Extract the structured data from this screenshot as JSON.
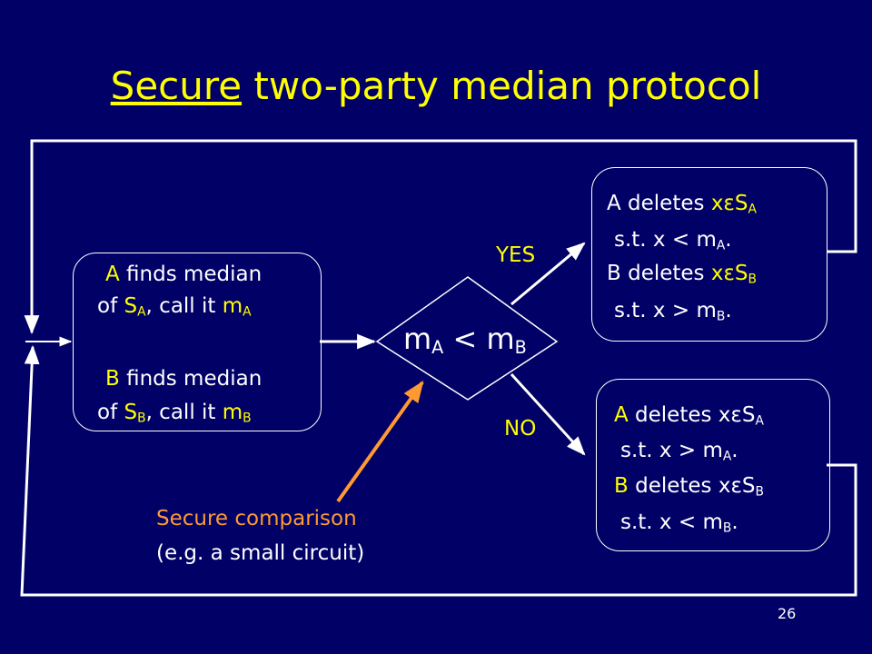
{
  "slide": {
    "title_underlined": "Secure",
    "title_rest": " two-party median protocol",
    "page_number": "26"
  },
  "left_box": {
    "l1_a": "A",
    "l1_b": " finds median",
    "l2_a": "of ",
    "l2_s": "S",
    "l2_ssub": "A",
    "l2_c": ", call it ",
    "l2_m": "m",
    "l2_msub": "A",
    "l3_a": "B",
    "l3_b": " finds median",
    "l4_a": "of ",
    "l4_s": "S",
    "l4_ssub": "B",
    "l4_c": ", call it ",
    "l4_m": "m",
    "l4_msub": "B"
  },
  "decision": {
    "ma": "m",
    "ma_sub": "A",
    "op": " < ",
    "mb": "m",
    "mb_sub": "B"
  },
  "branch_labels": {
    "yes": "YES",
    "no": "NO"
  },
  "yes_box": {
    "l1_a": "A deletes ",
    "l1_b": "xεS",
    "l1_sub": "A",
    "l2_a": "s.t. x < m",
    "l2_sub": "A",
    "l2_end": ".",
    "l3_a": "B deletes ",
    "l3_b": "xεS",
    "l3_sub": "B",
    "l4_a": "s.t. x > m",
    "l4_sub": "B",
    "l4_end": "."
  },
  "no_box": {
    "l1_a": "A",
    "l1_b": " deletes xεS",
    "l1_sub": "A",
    "l2_a": "s.t. x > m",
    "l2_sub": "A",
    "l2_end": ".",
    "l3_a": "B",
    "l3_b": " deletes xεS",
    "l3_sub": "B",
    "l4_a": "s.t. x < m",
    "l4_sub": "B",
    "l4_end": "."
  },
  "annotation": {
    "line1": "Secure comparison",
    "line2": "(e.g. a small circuit)"
  },
  "colors": {
    "background": "#000066",
    "highlight": "#ffff00",
    "arrow_orange": "#ff9933",
    "foreground": "#ffffff"
  }
}
